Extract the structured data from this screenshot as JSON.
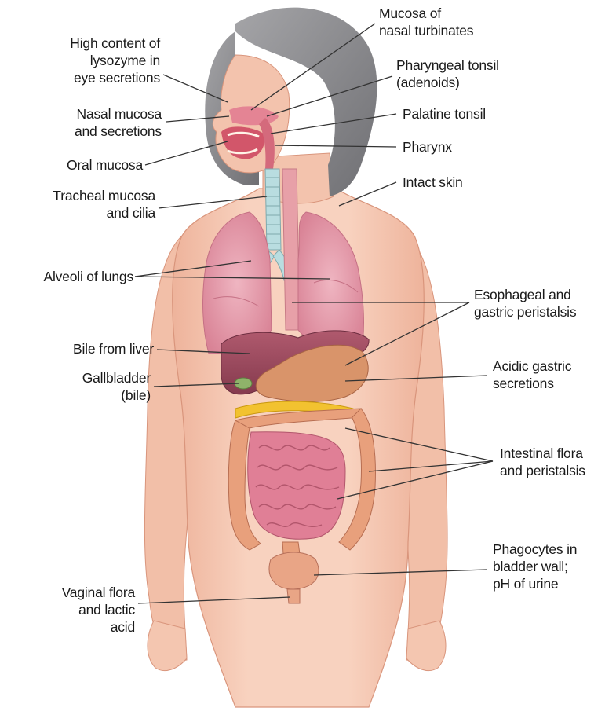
{
  "labels": {
    "lysozyme": "High content of\nlysozyme in\neye secretions",
    "nasal_mucosa": "Nasal mucosa\nand secretions",
    "oral_mucosa": "Oral mucosa",
    "tracheal_mucosa": "Tracheal mucosa\nand cilia",
    "alveoli": "Alveoli of lungs",
    "bile_liver": "Bile from liver",
    "gallbladder": "Gallbladder\n(bile)",
    "vaginal_flora": "Vaginal flora\nand lactic\nacid",
    "nasal_turbinates": "Mucosa of\nnasal turbinates",
    "pharyngeal_tonsil": "Pharyngeal tonsil\n(adenoids)",
    "palatine_tonsil": "Palatine tonsil",
    "pharynx": "Pharynx",
    "intact_skin": "Intact skin",
    "peristalsis": "Esophageal and\ngastric peristalsis",
    "acidic_gastric": "Acidic gastric\nsecretions",
    "intestinal_flora": "Intestinal flora\nand peristalsis",
    "phagocytes": "Phagocytes in\nbladder wall;\npH of urine"
  },
  "colors": {
    "skin": "#f6c9b3",
    "skin_shadow": "#e9a88f",
    "hair": "#8f8f93",
    "lung": "#e9a3b0",
    "liver": "#9c4a5e",
    "stomach": "#d9946a",
    "intestine": "#e07f96",
    "colon": "#e8a07c",
    "fat": "#f2c230",
    "trachea": "#b9dde0",
    "bladder": "#e9a586",
    "leader": "#333333"
  }
}
